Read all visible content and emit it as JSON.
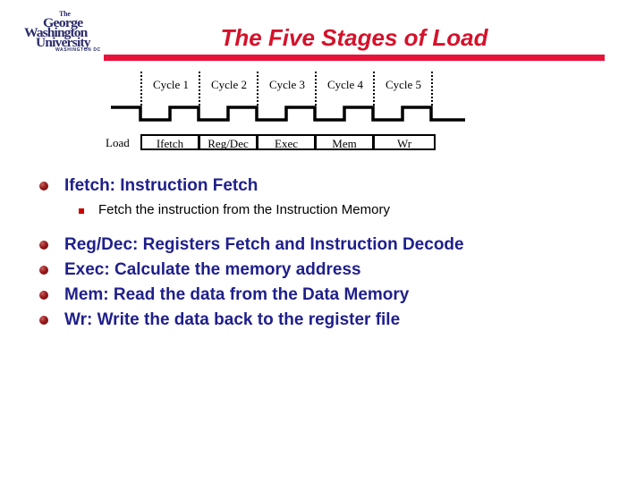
{
  "slide": {
    "title": "The Five Stages of Load",
    "logo": {
      "line1": "The",
      "line2": "George",
      "line3": "Washington",
      "line4": "University",
      "line5": "WASHINGTON  DC"
    },
    "colors": {
      "title_red": "#D4122B",
      "rule_red": "#E8123A",
      "bullet_navy": "#1F1F8C",
      "sub_bullet_red": "#CC0000",
      "logo_navy": "#2B2B6B",
      "background": "#FFFFFF"
    }
  },
  "diagram": {
    "cycle_labels": [
      "Cycle 1",
      "Cycle 2",
      "Cycle 3",
      "Cycle 4",
      "Cycle 5"
    ],
    "row_label": "Load",
    "stages": [
      "Ifetch",
      "Reg/Dec",
      "Exec",
      "Mem",
      "Wr"
    ],
    "clock_cycles": 5,
    "waveform": "square-clock"
  },
  "bullets": [
    {
      "label": "Ifetch: Instruction Fetch",
      "sub": [
        "Fetch the instruction from the Instruction Memory"
      ]
    },
    {
      "label": "Reg/Dec: Registers Fetch  and Instruction Decode",
      "sub": []
    },
    {
      "label": "Exec: Calculate the memory address",
      "sub": []
    },
    {
      "label": "Mem: Read the data from the Data Memory",
      "sub": []
    },
    {
      "label": "Wr: Write the data back to the register file",
      "sub": []
    }
  ]
}
